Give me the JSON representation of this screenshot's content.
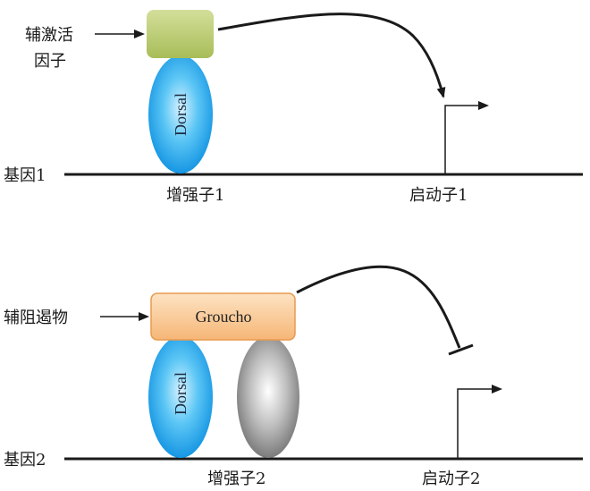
{
  "panel1": {
    "cofactor_label_line1": "辅激活",
    "cofactor_label_line2": "因子",
    "dorsal_label": "Dorsal",
    "gene_label": "基因1",
    "enhancer_label": "增强子1",
    "promoter_label": "启动子1",
    "regulation": "activation"
  },
  "panel2": {
    "cofactor_label": "辅阻遏物",
    "groucho_label": "Groucho",
    "dorsal_label": "Dorsal",
    "gene_label": "基因2",
    "enhancer_label": "增强子2",
    "promoter_label": "启动子2",
    "regulation": "repression"
  },
  "colors": {
    "coactivator_box": "#b5c86a",
    "groucho_box": "#f8c48a",
    "dorsal_oval": "#1e9fe6",
    "unknown_oval": "#8a8a8a",
    "line": "#1a1a1a"
  }
}
